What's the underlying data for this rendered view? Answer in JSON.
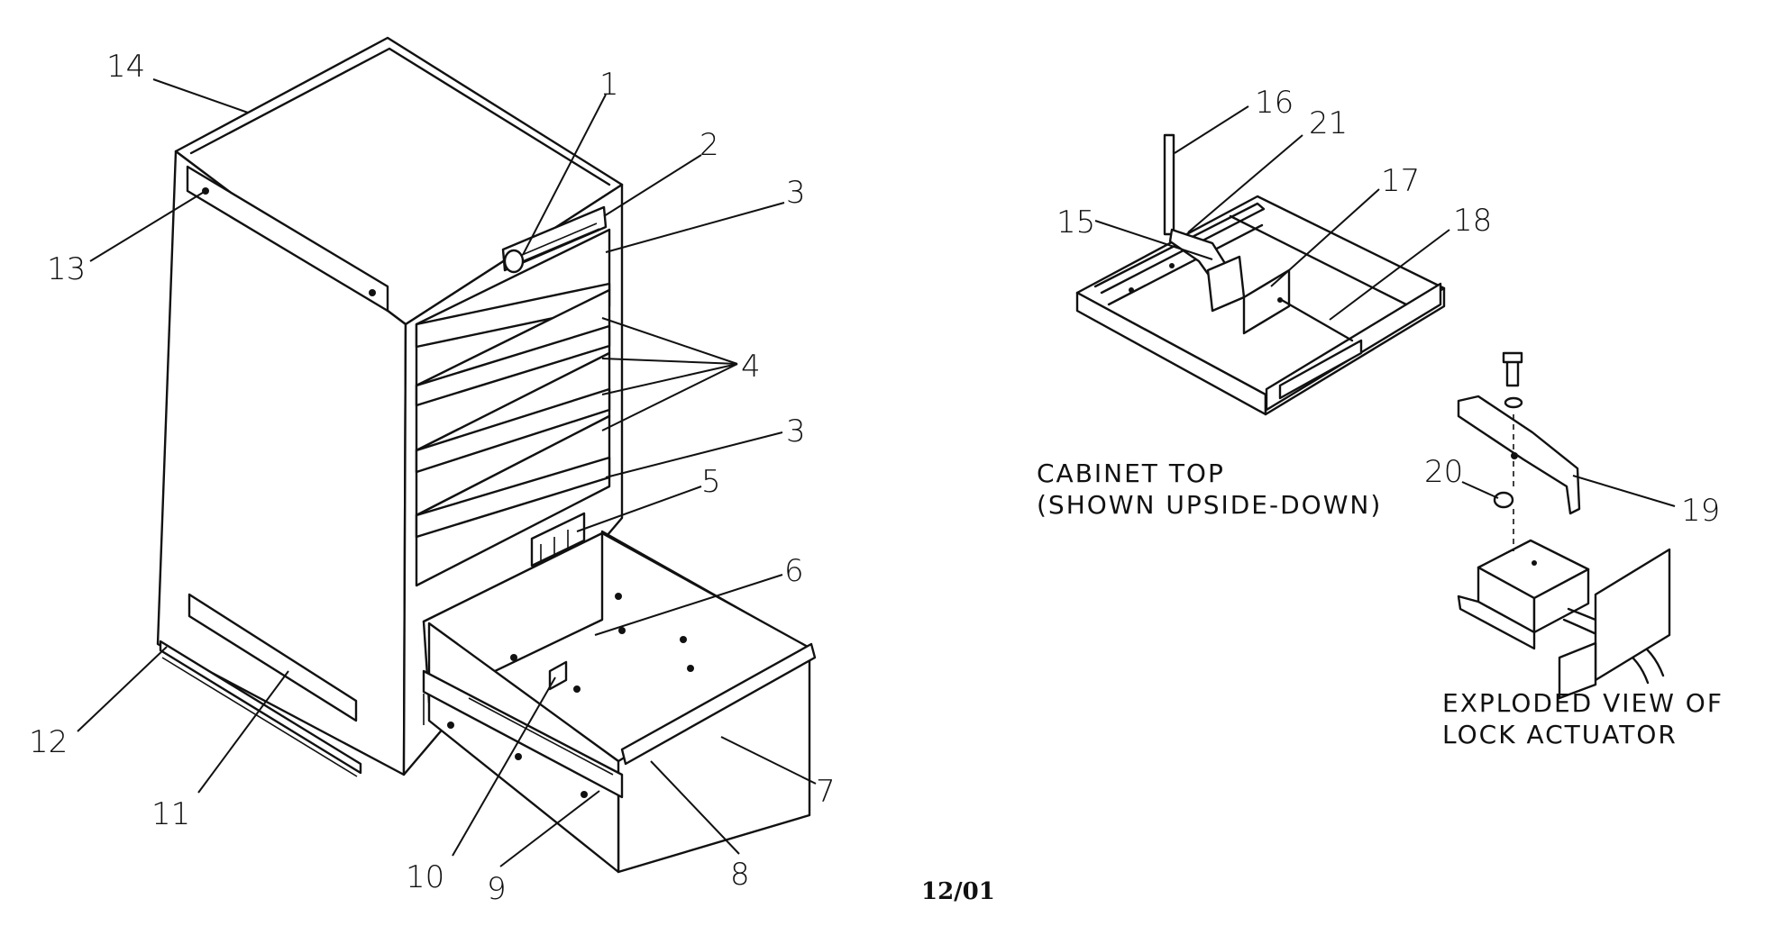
{
  "callouts": {
    "c1": "1",
    "c2": "2",
    "c3a": "3",
    "c3b": "3",
    "c4": "4",
    "c5": "5",
    "c6": "6",
    "c7": "7",
    "c8": "8",
    "c9": "9",
    "c10": "10",
    "c11": "11",
    "c12": "12",
    "c13": "13",
    "c14": "14",
    "c15": "15",
    "c16": "16",
    "c17": "17",
    "c18": "18",
    "c19": "19",
    "c20": "20",
    "c21": "21"
  },
  "captions": {
    "cabinet_top_line1": "CABINET TOP",
    "cabinet_top_line2": "(SHOWN UPSIDE-DOWN)",
    "lock_line1": "EXPLODED VIEW OF",
    "lock_line2": "LOCK ACTUATOR"
  },
  "date_code": "12/01"
}
